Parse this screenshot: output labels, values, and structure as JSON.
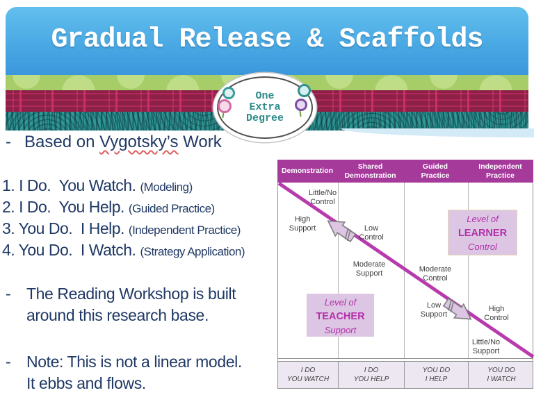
{
  "colors": {
    "navy_text": "#1f3864",
    "banner_blue_top": "#62bfee",
    "banner_blue_bottom": "#3b97dc",
    "band_green": "#a7cd68",
    "band_maroon": "#8c2046",
    "band_teal": "#2e9693",
    "badge_teal_text": "#2b8a8a",
    "squiggle_red": "#e05c5c",
    "diagram_header_purple": "#a53a9b",
    "diagonal_magenta": "#b73bad",
    "box_lavender": "#dcc6e4",
    "box_text_magenta": "#b331a8",
    "footer_lavender": "#ede7f2"
  },
  "slide": {
    "title": "Gradual Release & Scaffolds",
    "badge_text": "One\nExtra\nDegree",
    "intro": {
      "dash": "-",
      "pre": "Based on ",
      "word": "Vygotsky’s",
      "post": " Work"
    },
    "steps": [
      {
        "lead": "1. I Do.  You Watch.",
        "paren": "(Modeling)"
      },
      {
        "lead": "2. I Do.  You Help.",
        "paren": "(Guided Practice)"
      },
      {
        "lead": "3. You Do.  I Help.",
        "paren": "(Independent Practice)"
      },
      {
        "lead": "4. You Do.  I Watch.",
        "paren": "(Strategy Application)"
      }
    ],
    "notes": [
      {
        "dash": "-",
        "text": "The Reading Workshop is built\naround this research base."
      },
      {
        "dash": "-",
        "text": "Note: This is not a linear model.\nIt ebbs and flows."
      }
    ]
  },
  "diagram": {
    "headers": [
      "Demonstration",
      "Shared\nDemonstration",
      "Guided\nPractice",
      "Independent\nPractice"
    ],
    "labels": [
      "Little/No\nControl",
      "High\nSupport",
      "Low\nControl",
      "Moderate\nSupport",
      "Moderate\nControl",
      "Low\nSupport",
      "High\nControl",
      "Little/No\nSupport"
    ],
    "learner_box": {
      "line1": "Level of",
      "line2": "LEARNER",
      "line3": "Control"
    },
    "teacher_box": {
      "line1": "Level of",
      "line2": "TEACHER",
      "line3": "Support"
    },
    "footers": [
      "I DO\nYOU WATCH",
      "I DO\nYOU HELP",
      "YOU DO\nI HELP",
      "YOU DO\nI WATCH"
    ]
  }
}
